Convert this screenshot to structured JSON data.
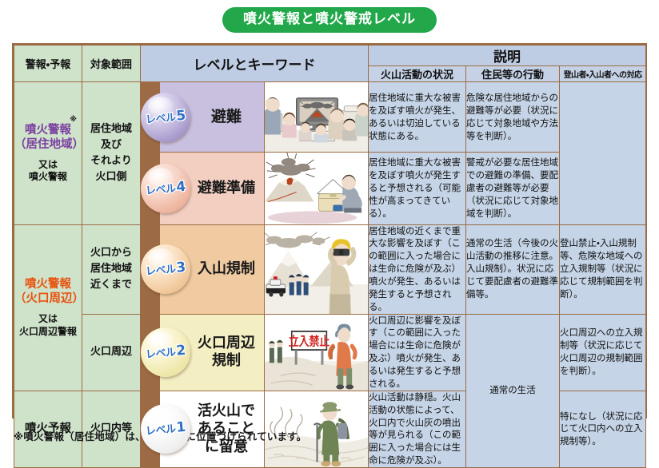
{
  "title": "噴火警報と噴火警戒レベル",
  "footnote": "※噴火警報（居住地域）は、特別警報に位置づけられています。",
  "colors": {
    "banner": "#22a84a",
    "header_green": "#cfe3cb",
    "header_blue": "#bfcde4",
    "desc_blue": "#c5d4e6",
    "border_brown": "#9b6b43",
    "strip_brown": "#9c6b45",
    "level5_tint": "#c9c0e0",
    "level4_tint": "#f3cfc2",
    "level3_tint": "#f0cba1",
    "level2_tint": "#f4eec3",
    "level1_tint": "#ffffff",
    "warning_purple": "#7b3fa0",
    "warning_orange": "#e8520e",
    "badge_text_blue": "#2f6fc4"
  },
  "headers": {
    "warning_forecast": "警報・予報",
    "target_range": "対象範囲",
    "level_keyword": "レベルとキーワード",
    "explanation": "説明",
    "volcanic_activity": "火山活動の状況",
    "resident_action": "住民等の行動",
    "climber_action": "登山者・入山者への対応"
  },
  "categories": [
    {
      "main": "噴火警報\n（居住地域）",
      "main_line1": "噴火警報",
      "main_line2": "（居住地域）",
      "asterisk": "※",
      "sub_line1": "又は",
      "sub_line2": "噴火警報",
      "color": "purple",
      "rowspan": 2
    },
    {
      "main_line1": "噴火警報",
      "main_line2": "（火口周辺）",
      "asterisk": "",
      "sub_line1": "又は",
      "sub_line2": "火口周辺警報",
      "color": "orange",
      "rowspan": 2
    },
    {
      "main_line1": "噴火予報",
      "main_line2": "",
      "asterisk": "",
      "sub_line1": "",
      "sub_line2": "",
      "color": "black",
      "rowspan": 1
    }
  ],
  "rows": [
    {
      "level": "5",
      "level_badge_prefix": "レベル",
      "keyword": "避難",
      "keyword_line1": "避難",
      "keyword_line2": "",
      "range_line1": "居住地域",
      "range_line2": "及び",
      "range_line3": "それより",
      "range_line4": "火口側",
      "illustration": "evacuation-shelter-tv-illustration",
      "volcanic_activity": "居住地域に重大な被害を及ぼす噴火が発生、あるいは切迫している状態にある。",
      "resident_action": "危険な居住地域からの避難等が必要（状況に応じて対象地域や方法等を判断）。",
      "climber_action": ""
    },
    {
      "level": "4",
      "level_badge_prefix": "レベル",
      "keyword": "避難準備",
      "keyword_line1": "避難準備",
      "keyword_line2": "",
      "illustration": "eruption-packing-illustration",
      "volcanic_activity": "居住地域に重大な被害を及ぼす噴火が発生すると予想される（可能性が高まってきている）。",
      "resident_action": "警戒が必要な居住地域での避難の準備、要配慮者の避難等が必要（状況に応じて対象地域を判断）。",
      "climber_action": ""
    },
    {
      "level": "3",
      "level_badge_prefix": "レベル",
      "keyword": "入山規制",
      "keyword_line1": "入山規制",
      "keyword_line2": "",
      "range_line1": "火口から",
      "range_line2": "居住地域",
      "range_line3": "近くまで",
      "illustration": "observer-binoculars-police-illustration",
      "volcanic_activity": "居住地域の近くまで重大な影響を及ぼす（この範囲に入った場合には生命に危険が及ぶ）噴火が発生、あるいは発生すると予想される。",
      "resident_action": "通常の生活（今後の火山活動の推移に注意。入山規制）。状況に応じて要配慮者の避難準備等。",
      "climber_action": "登山禁止・入山規制等、危険な地域への立入規制等（状況に応じて規制範囲を判断）。"
    },
    {
      "level": "2",
      "level_badge_prefix": "レベル",
      "keyword": "火口周辺規制",
      "keyword_line1": "火口周辺",
      "keyword_line2": "規制",
      "range_line1": "火口周辺",
      "illustration": "no-entry-sign-hiker-illustration",
      "volcanic_activity": "火口周辺に影響を及ぼす（この範囲に入った場合には生命に危険が及ぶ）噴火が発生、あるいは発生すると予想される。",
      "resident_action": "通常の生活",
      "climber_action": "火口周辺への立入規制等（状況に応じて火口周辺の規制範囲を判断）。"
    },
    {
      "level": "1",
      "level_badge_prefix": "レベル",
      "keyword": "活火山であることに留意",
      "keyword_line1": "活火山で",
      "keyword_line2": "あること",
      "keyword_line3": "に留意",
      "range_line1": "火口内等",
      "illustration": "hiker-steam-vents-illustration",
      "volcanic_activity": "火山活動は静穏。火山活動の状態によって、火口内で火山灰の噴出等が見られる（この範囲に入った場合には生命に危険が及ぶ）。",
      "resident_action": "",
      "climber_action": "特になし（状況に応じて火口内への立入規制等）。"
    }
  ],
  "shared_cells": {
    "normal_life": "通常の生活",
    "no_entry_sign": "立入禁止"
  }
}
